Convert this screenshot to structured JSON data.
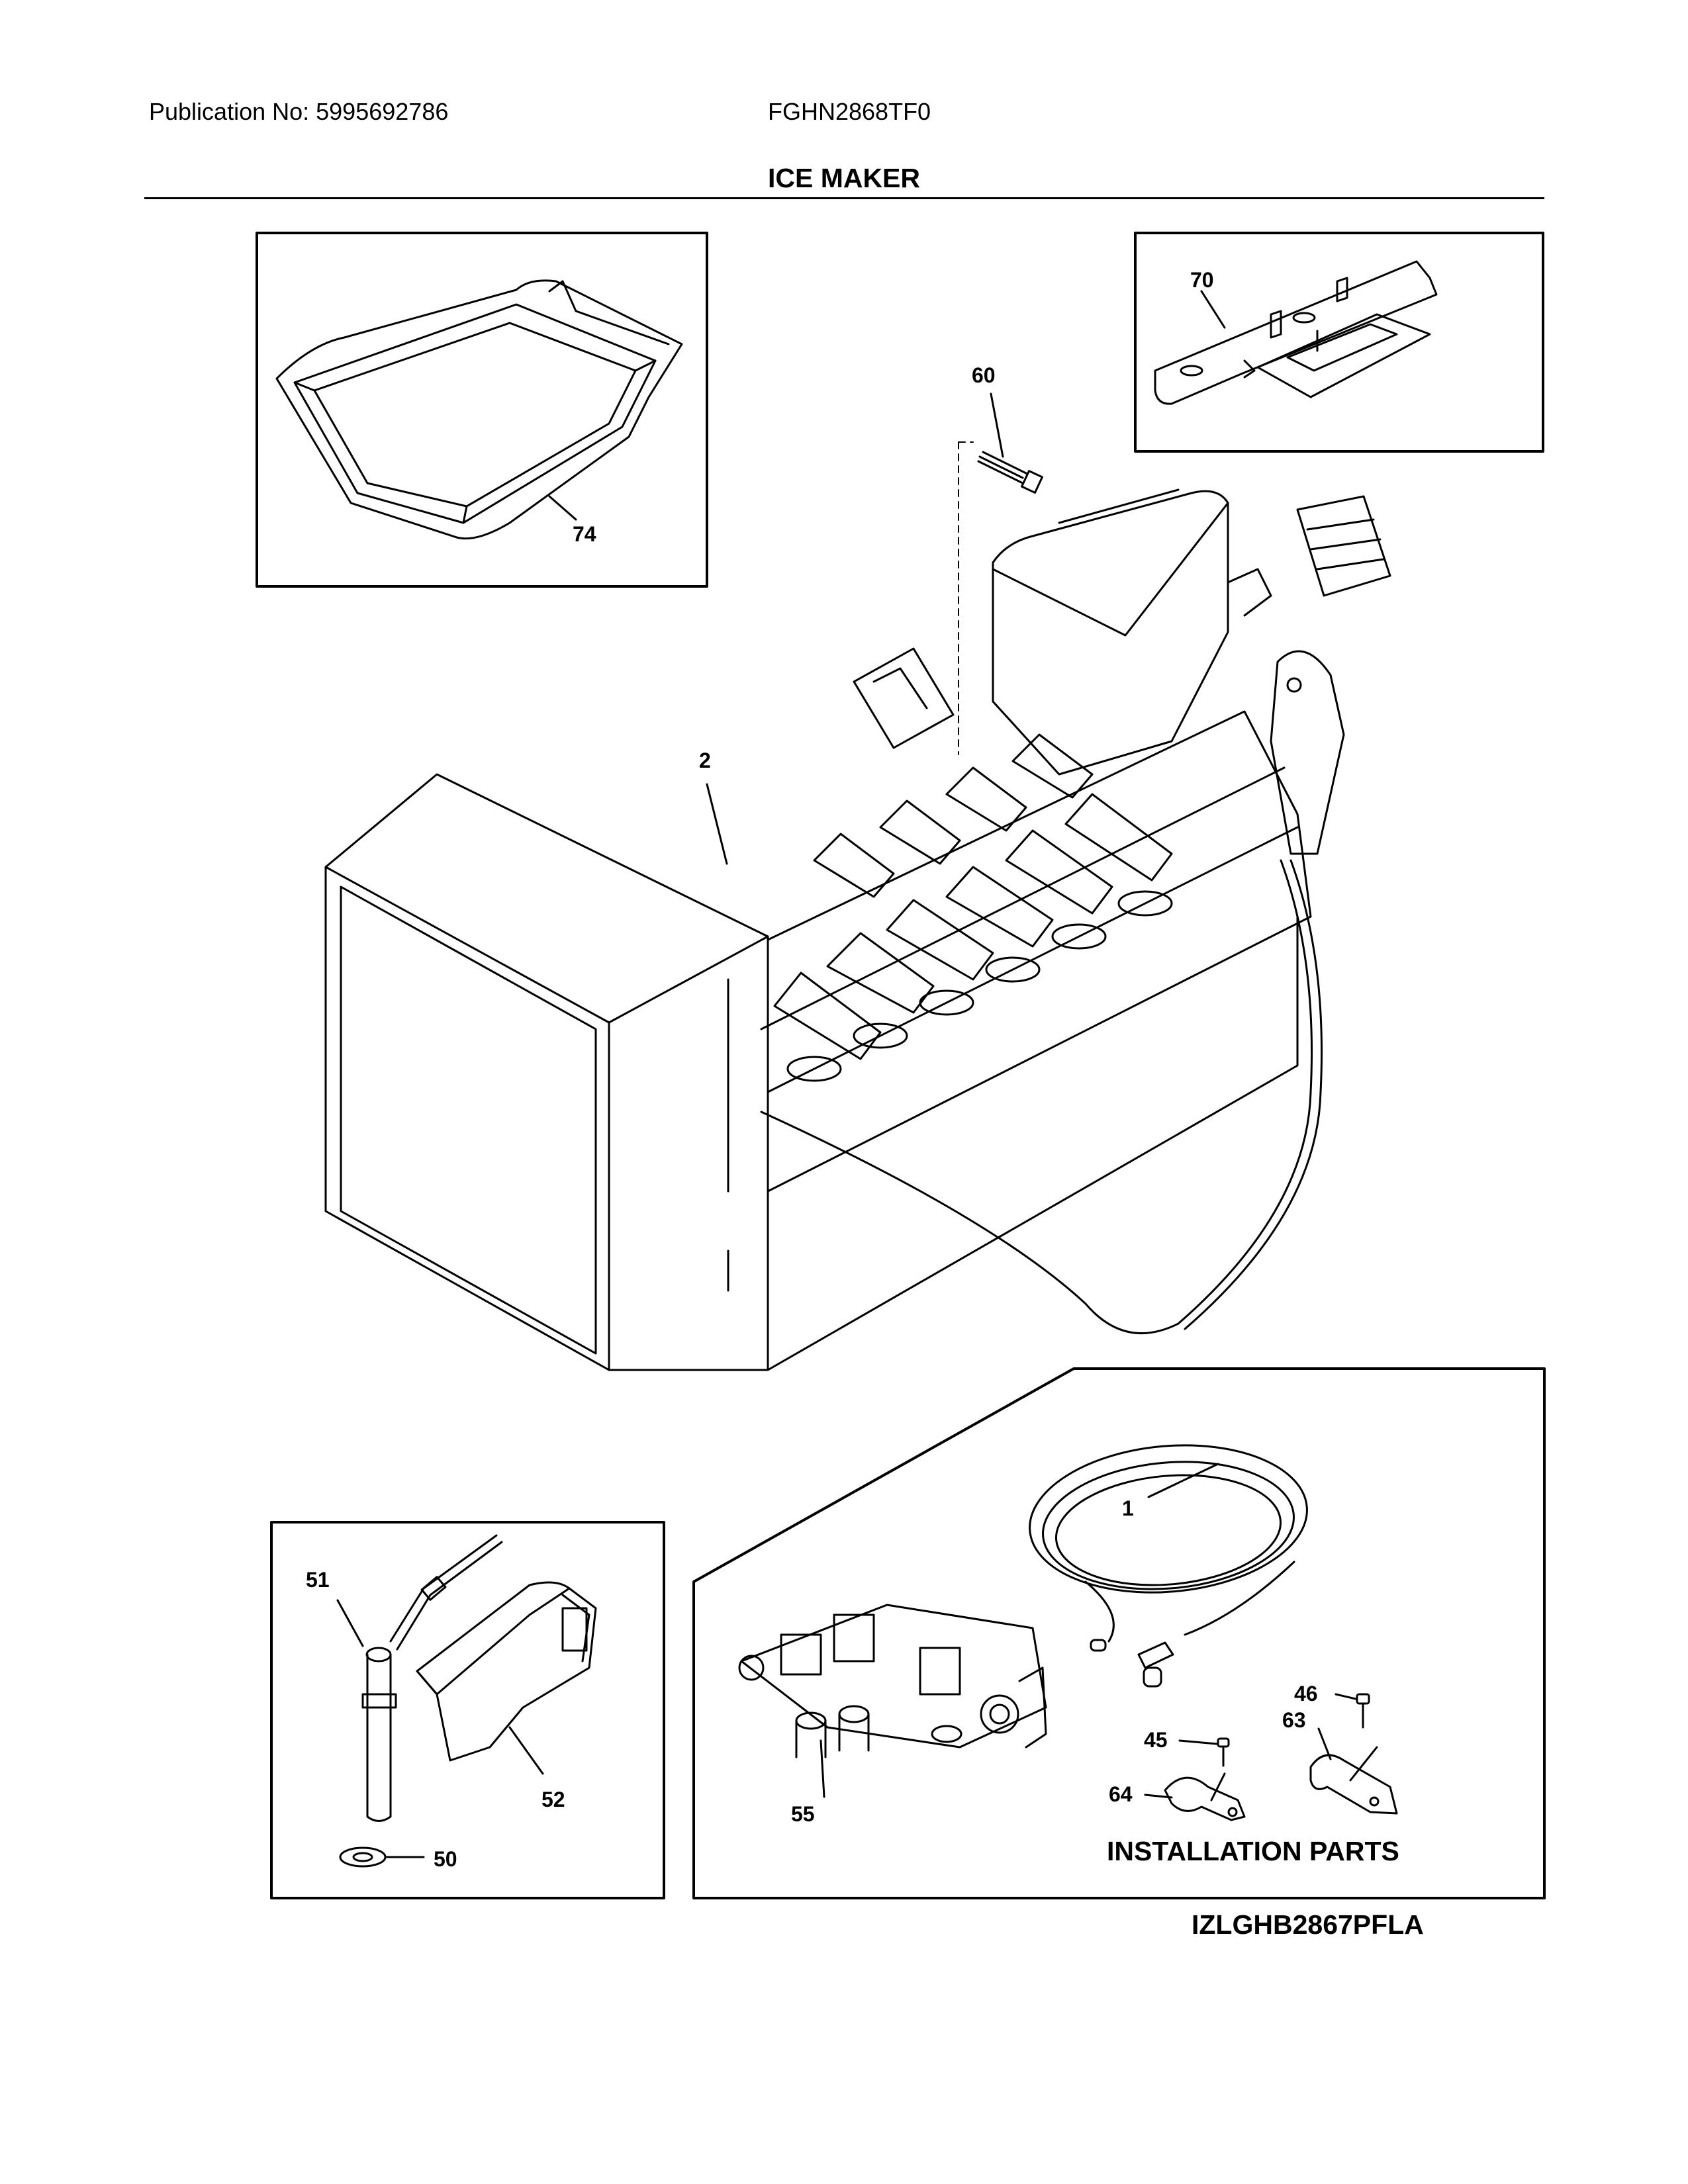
{
  "header": {
    "publication": "Publication No: 5995692786",
    "model": "FGHN2868TF0",
    "section_title": "ICE MAKER"
  },
  "callouts": {
    "c1": "1",
    "c2": "2",
    "c45": "45",
    "c46": "46",
    "c50": "50",
    "c51": "51",
    "c52": "52",
    "c55": "55",
    "c60": "60",
    "c63": "63",
    "c64": "64",
    "c70": "70",
    "c74": "74"
  },
  "installation_label": "INSTALLATION PARTS",
  "diagram_code": "IZLGHB2867PFLA"
}
